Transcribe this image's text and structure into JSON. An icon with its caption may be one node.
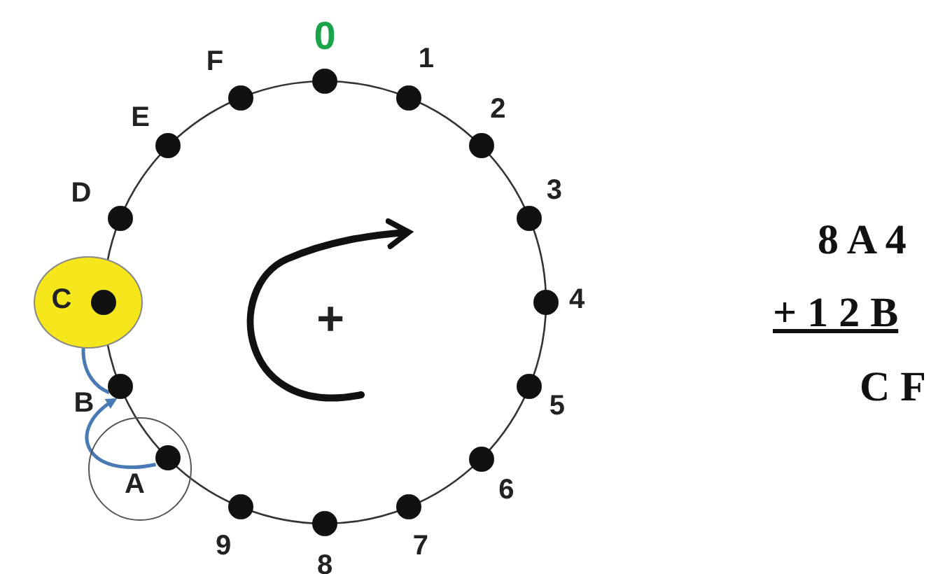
{
  "diagram": {
    "nodes": [
      {
        "text": [],
        "shape": "circle"
      },
      {
        "text": [],
        "shape": "circle"
      },
      {
        "text": [],
        "shape": "circle",
        "beside": [
          "0"
        ]
      },
      {
        "text": [],
        "shape": "circle",
        "beside": [
          "1"
        ]
      },
      {
        "text": [],
        "shape": "circle",
        "beside": [
          "2"
        ]
      },
      {
        "text": [],
        "shape": "circle",
        "beside": [
          "3"
        ]
      },
      {
        "text": [],
        "shape": "circle",
        "beside": [
          "4"
        ]
      },
      {
        "text": [],
        "shape": "circle",
        "beside": [
          "5"
        ]
      },
      {
        "text": [],
        "shape": "circle",
        "beside": [
          "6"
        ]
      },
      {
        "text": [],
        "shape": "circle",
        "beside": [
          "7"
        ]
      },
      {
        "text": [],
        "shape": "circle",
        "beside": [
          "8"
        ]
      },
      {
        "text": [],
        "shape": "circle",
        "beside": [
          "9"
        ]
      },
      {
        "text": [],
        "shape": "circle",
        "beside": [
          "A"
        ],
        "in": 1
      },
      {
        "text": [],
        "shape": "circle",
        "beside": [
          "B"
        ]
      },
      {
        "text": [],
        "shape": "circle",
        "beside": [
          "C"
        ],
        "in": 0
      },
      {
        "text": [],
        "shape": "circle",
        "beside": [
          "D"
        ]
      },
      {
        "text": [],
        "shape": "circle",
        "beside": [
          "E"
        ]
      },
      {
        "text": [],
        "shape": "circle",
        "beside": [
          "F"
        ]
      }
    ],
    "edges": [
      {
        "from": 12,
        "to": 13,
        "arrow": "to"
      },
      {
        "from": 13,
        "to": 14,
        "arrow": "to"
      }
    ],
    "labels": [
      "+",
      "8 A 4",
      "+ 1 2 B",
      "C F"
    ]
  }
}
